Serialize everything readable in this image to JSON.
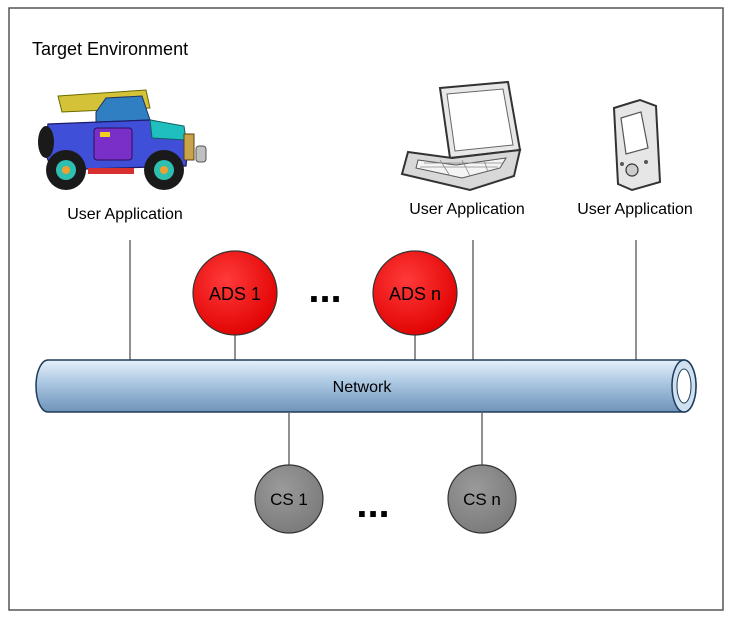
{
  "title": "Target Environment",
  "applications": [
    {
      "label": "User Application",
      "icon": "jeep-icon"
    },
    {
      "label": "User Application",
      "icon": "laptop-icon"
    },
    {
      "label": "User Application",
      "icon": "pda-icon"
    }
  ],
  "ads_nodes": [
    {
      "label": "ADS 1"
    },
    {
      "label": "ADS n"
    }
  ],
  "ads_ellipsis": "...",
  "network": {
    "label": "Network"
  },
  "cs_nodes": [
    {
      "label": "CS 1"
    },
    {
      "label": "CS n"
    }
  ],
  "cs_ellipsis": "...",
  "colors": {
    "ads_fill": "#ff0000",
    "cs_fill": "#8c8c8c",
    "network_fill": "#a9c6e1",
    "network_stroke": "#1f3b5a",
    "border": "#555555"
  }
}
